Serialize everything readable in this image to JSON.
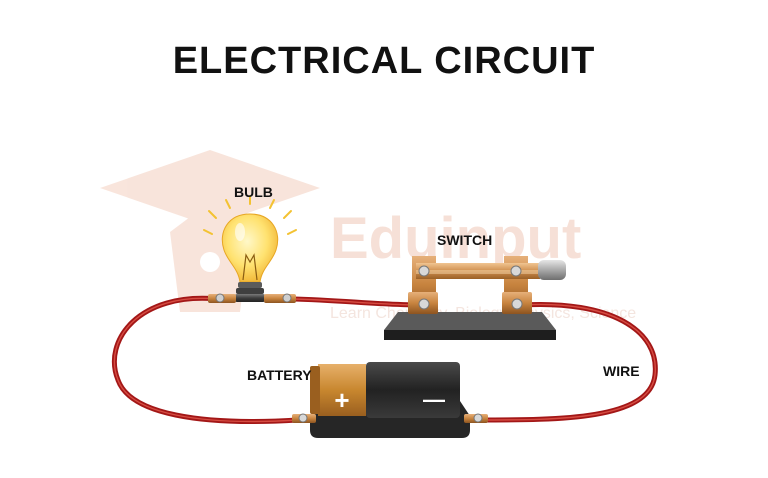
{
  "title": "ELECTRICAL CIRCUIT",
  "labels": {
    "bulb": "BULB",
    "switch": "SWITCH",
    "battery": "BATTERY",
    "wire": "WIRE"
  },
  "battery_symbols": {
    "positive": "+",
    "negative": "—"
  },
  "watermark": {
    "brand": "Eduinput",
    "tagline": "Learn Chemistry, Biology, Physics, Science"
  },
  "colors": {
    "wire": "#b21c1c",
    "wire_highlight": "#e0544a",
    "copper": "#c8843f",
    "battery_body": "#2b2b2b",
    "battery_cap": "#c8872f",
    "bulb_glass": "#ffe270",
    "watermark": "#f6ddd3"
  }
}
